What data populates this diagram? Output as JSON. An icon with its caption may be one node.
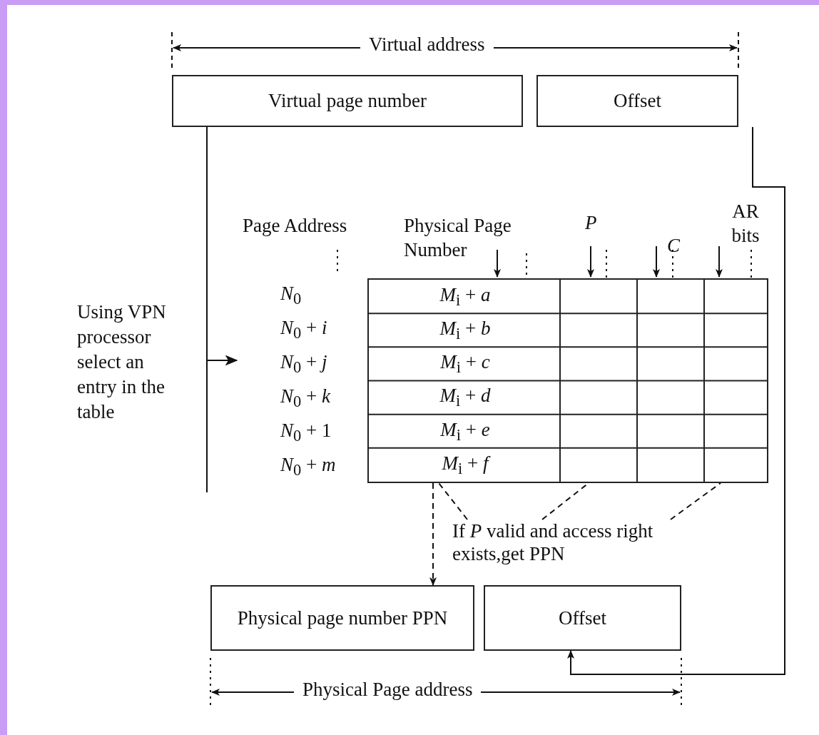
{
  "diagram": {
    "nodes": [
      {
        "text": [
          "Virtual page number"
        ]
      },
      {
        "text": [
          "Offset"
        ]
      },
      {
        "text": [],
        "shape": "table"
      },
      {
        "text": [
          "*M*$_{i}$ + *a*"
        ],
        "in": 2
      },
      {
        "text": [
          "*M*$_{i}$ + *b*"
        ],
        "in": 2
      },
      {
        "text": [
          "*M*$_{i}$ + *c*"
        ],
        "in": 2
      },
      {
        "text": [
          "*M*$_{i}$ + *d*"
        ],
        "in": 2
      },
      {
        "text": [
          "*M*$_{i}$ + *e*"
        ],
        "in": 2
      },
      {
        "text": [
          "*M*$_{i}$ + *f*"
        ],
        "in": 2
      },
      {
        "text": [
          "If *P* valid and access right exists,get PPN"
        ]
      },
      {
        "text": [
          "Physical page number PPN"
        ]
      },
      {
        "text": [
          "Offset"
        ]
      }
    ],
    "edges": [
      {
        "from": 0,
        "to": null,
        "arrow": "to"
      },
      {
        "from": 1,
        "to": 11,
        "arrow": "to"
      },
      {
        "from": 8,
        "to": 10,
        "arrow": "to",
        "style": "dashed"
      },
      {
        "from": 9,
        "to": 2,
        "arrow": "none",
        "style": "dashed"
      },
      {
        "from": 9,
        "to": 2,
        "arrow": "none",
        "style": "dashed"
      },
      {
        "from": 9,
        "to": 2,
        "arrow": "none",
        "style": "dashed"
      }
    ],
    "labels": [
      "Virtual address",
      "Page Address",
      "Physical Page Number",
      "P",
      "C",
      "AR bits",
      "Using VPN processor select an entry in the table",
      "*N*$_{0}$",
      "*N*$_{0}$ + *i*",
      "*N*$_{0}$ + *j*",
      "*N*$_{0}$ + *k*",
      "*N*$_{0}$ + 1",
      "*N*$_{0}$ + *m*",
      "Physical Page address"
    ]
  }
}
